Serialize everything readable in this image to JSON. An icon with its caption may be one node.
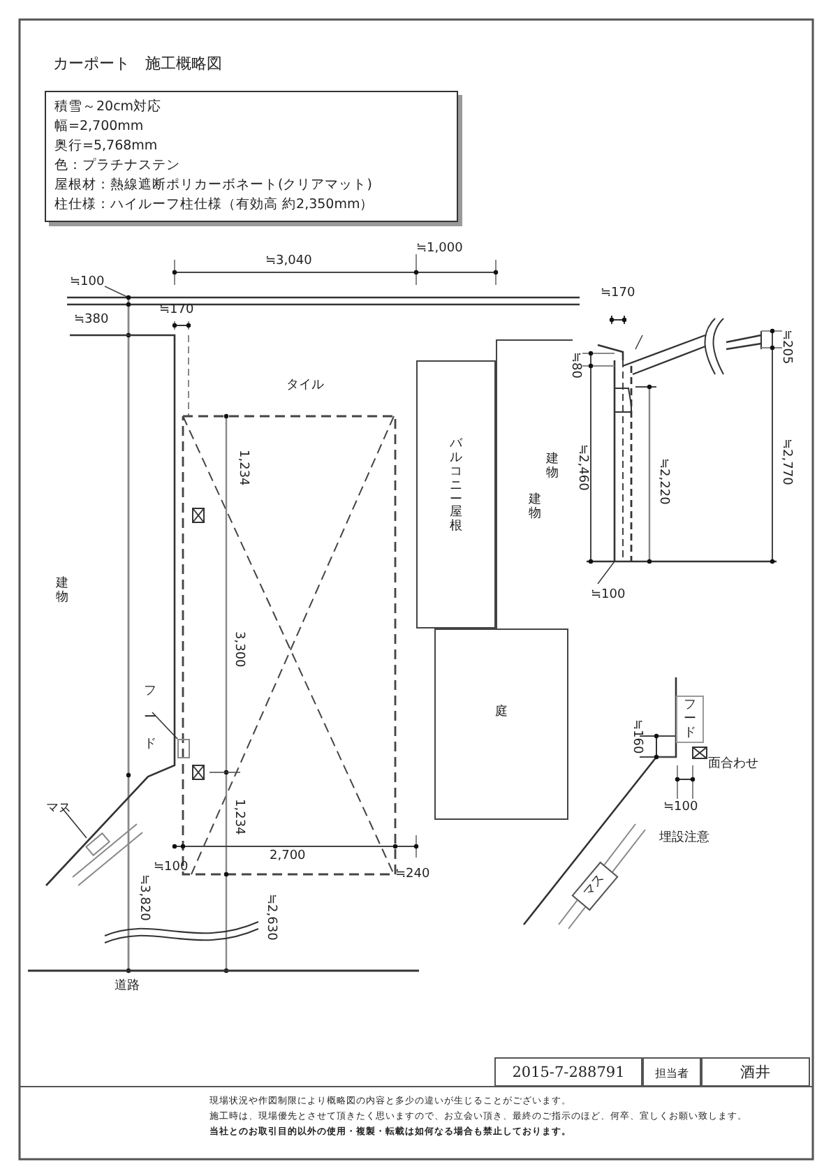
{
  "diagram": {
    "title": "カーポート　施工概略図",
    "nodes": [
      {
        "text": [
          "積雪～20cm対応",
          "幅=2,700mm",
          "奥行=5,768mm",
          "色：プラチナステン",
          "屋根材：熱線遮断ポリカーボネート(クリアマット)",
          "柱仕様：ハイルーフ柱仕様（有効高 約2,350mm）"
        ]
      },
      {
        "text": [
          "フード"
        ]
      },
      {
        "text": [],
        "shape": "box"
      },
      {
        "text": [
          "バルコニー屋根"
        ]
      },
      {
        "text": [
          "建物"
        ]
      },
      {
        "text": [
          "庭"
        ]
      },
      {
        "text": [
          "フード"
        ]
      },
      {
        "text": [
          "マス"
        ]
      },
      {
        "text": [],
        "shape": "box"
      },
      {
        "text": [
          "マス"
        ]
      }
    ],
    "edges": [
      {
        "from": 1,
        "to": 2,
        "arrow": "none"
      },
      {
        "from": 7,
        "to": 8,
        "arrow": "none"
      }
    ],
    "labels": [
      "≒1,000",
      "≒3,040",
      "≒100",
      "≒170",
      "≒380",
      "≒170",
      "≒205",
      "≒80",
      "タイル",
      "1,234",
      "≒2,460",
      "建物",
      "≒2,220",
      "≒2,770",
      "建物",
      "≒100",
      "3,300",
      "≒160",
      "面合わせ",
      "1,234",
      "≒100",
      "埋設注意",
      "2,700",
      "≒100",
      "≒240",
      "≒3,820",
      "≒2,630",
      "道路",
      "2015-7-288791",
      "担当者",
      "酒井",
      "現場状況や作図制限により概略図の内容と多少の違いが生じることがございます。",
      "施工時は、現場優先とさせて頂きたく思いますので、お立会い頂き、最終のご指示のほど、何卒、宜しくお願い致します。",
      "当社とのお取引目的以外の使用・複製・転載は如何なる場合も禁止しております。"
    ]
  }
}
